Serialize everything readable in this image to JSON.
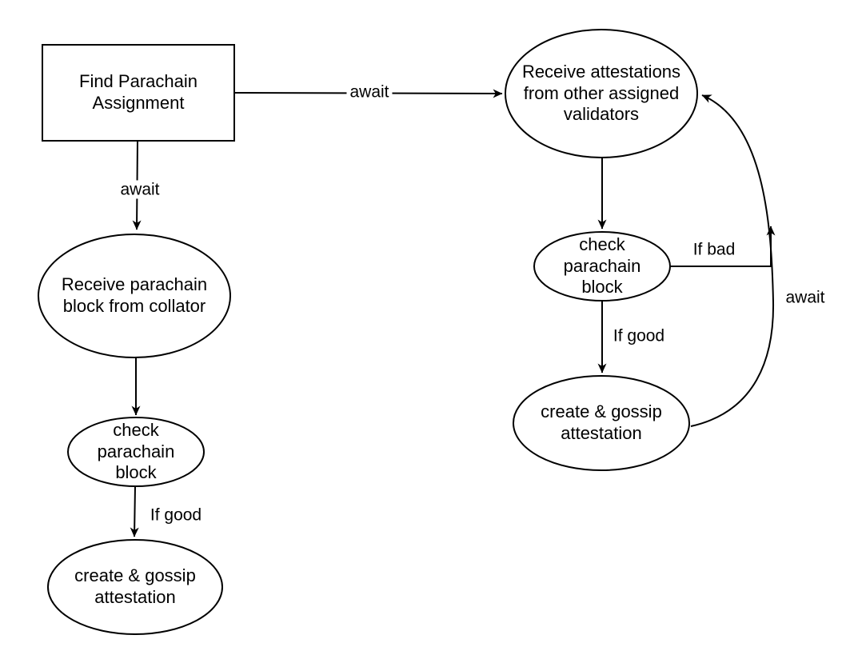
{
  "diagram": {
    "background_color": "#ffffff",
    "stroke_color": "#000000",
    "node_fill_color": "#ffffff",
    "nodes": [
      {
        "id": "find-parachain-assignment",
        "shape": "rectangle",
        "label": "Find Parachain\nAssignment"
      },
      {
        "id": "receive-parachain-block",
        "shape": "ellipse",
        "label": "Receive parachain\nblock from collator"
      },
      {
        "id": "check-parachain-block-left",
        "shape": "ellipse",
        "label": "check\nparachain\nblock"
      },
      {
        "id": "create-gossip-attestation-left",
        "shape": "ellipse",
        "label": "create & gossip\nattestation"
      },
      {
        "id": "receive-attestations",
        "shape": "ellipse",
        "label": "Receive attestations\nfrom other assigned\nvalidators"
      },
      {
        "id": "check-parachain-block-right",
        "shape": "ellipse",
        "label": "check\nparachain\nblock"
      },
      {
        "id": "create-gossip-attestation-right",
        "shape": "ellipse",
        "label": "create & gossip\nattestation"
      }
    ],
    "edge_labels": [
      {
        "id": "await-top",
        "label": "await"
      },
      {
        "id": "await-left",
        "label": "await"
      },
      {
        "id": "if-good-left",
        "label": "If good"
      },
      {
        "id": "if-bad",
        "label": "If bad"
      },
      {
        "id": "if-good-right",
        "label": "If good"
      },
      {
        "id": "await-loop",
        "label": "await"
      }
    ]
  }
}
